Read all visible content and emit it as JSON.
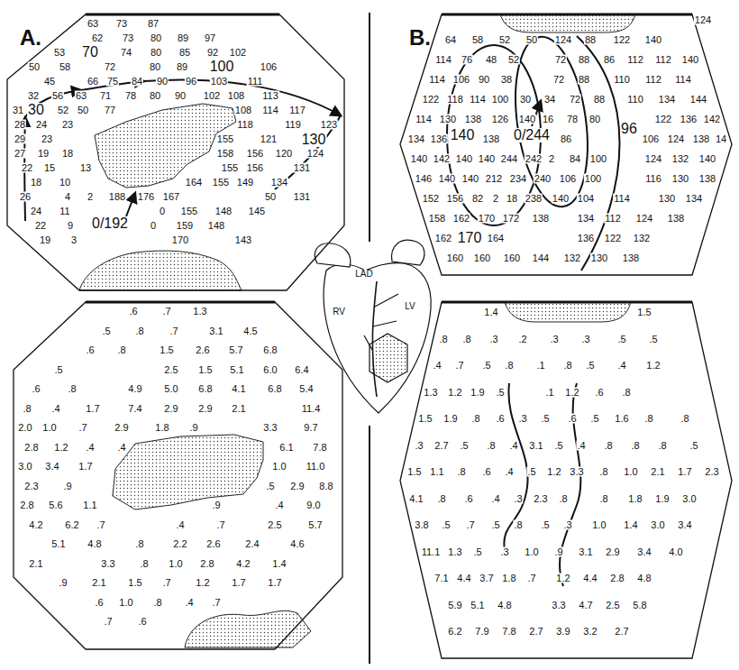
{
  "diagram": {
    "nodes": [
      {
        "text": [
          "63",
          "73",
          "87",
          "62",
          "73",
          "80",
          "89",
          "97",
          "53",
          "74",
          "80",
          "85",
          "92",
          "102",
          "50",
          "58",
          "72",
          "80",
          "89",
          "106",
          "45",
          "66",
          "75",
          "84",
          "90",
          "96",
          "103",
          "111",
          "32",
          "56",
          "63",
          "71",
          "78",
          "80",
          "90",
          "102",
          "108",
          "113",
          "31",
          "52",
          "50",
          "77",
          "108",
          "114",
          "117",
          "28",
          "24",
          "23",
          "118",
          "119",
          "123",
          "29",
          "23",
          "155",
          "121",
          "27",
          "19",
          "18",
          "158",
          "156",
          "120",
          "124",
          "22",
          "15",
          "13",
          "155",
          "156",
          "131",
          "18",
          "10",
          "164",
          "155",
          "149",
          "134",
          "26",
          "4",
          "2",
          "188",
          "176",
          "167",
          "50",
          "131",
          "24",
          "11",
          "0",
          "155",
          "148",
          "145",
          "22",
          "9",
          "0",
          "159",
          "148",
          "19",
          "3",
          "170",
          "143",
          "70",
          "100",
          "30",
          "130",
          "0/192"
        ]
      },
      {
        "text": [
          ".6",
          ".7",
          "1.3",
          ".5",
          ".8",
          ".7",
          "3.1",
          "4.5",
          ".6",
          ".8",
          "1.5",
          "2.6",
          "5.7",
          "6.8",
          ".5",
          "2.5",
          "1.5",
          "5.1",
          "6.0",
          "6.4",
          ".6",
          ".8",
          "4.9",
          "5.0",
          "6.8",
          "4.1",
          "6.8",
          "5.4",
          ".8",
          ".4",
          "1.7",
          "7.4",
          "2.9",
          "2.9",
          "2.1",
          "11.4",
          "2.0",
          "1.0",
          ".7",
          "2.9",
          "1.8",
          ".9",
          "3.3",
          "9.7",
          "2.8",
          "1.2",
          ".4",
          ".4",
          "6.1",
          "7.8",
          "3.0",
          "3.4",
          "1.7",
          "1.0",
          "11.0",
          "2.3",
          ".9",
          ".5",
          "2.9",
          "8.8",
          "2.8",
          "5.6",
          "1.1",
          ".9",
          ".4",
          "9.0",
          "4.2",
          "6.2",
          ".7",
          ".4",
          ".7",
          "2.5",
          "5.7",
          "5.1",
          "4.8",
          ".8",
          "2.2",
          "2.6",
          "2.4",
          "4.6",
          "2.1",
          "3.3",
          ".8",
          "1.0",
          "2.8",
          "4.2",
          "1.4",
          ".9",
          "2.1",
          "1.5",
          ".7",
          "1.2",
          "1.7",
          "1.7",
          ".6",
          "1.0",
          ".8",
          ".4",
          ".7",
          ".7",
          ".6"
        ]
      },
      {
        "text": [
          "124",
          "64",
          "58",
          "52",
          "50",
          "124",
          "88",
          "122",
          "140",
          "114",
          "76",
          "48",
          "52",
          "72",
          "88",
          "86",
          "112",
          "112",
          "140",
          "114",
          "106",
          "90",
          "38",
          "72",
          "88",
          "110",
          "112",
          "114",
          "122",
          "118",
          "114",
          "100",
          "30",
          "34",
          "72",
          "88",
          "110",
          "134",
          "144",
          "114",
          "130",
          "138",
          "126",
          "140",
          "16",
          "78",
          "80",
          "122",
          "136",
          "142",
          "134",
          "136",
          "138",
          "86",
          "106",
          "124",
          "138",
          "14",
          "140",
          "142",
          "140",
          "140",
          "244",
          "242",
          "2",
          "84",
          "100",
          "124",
          "132",
          "140",
          "146",
          "140",
          "140",
          "212",
          "234",
          "240",
          "106",
          "100",
          "116",
          "130",
          "138",
          "152",
          "156",
          "82",
          "2",
          "18",
          "238",
          "140",
          "104",
          "114",
          "130",
          "134",
          "158",
          "162",
          "170",
          "172",
          "138",
          "134",
          "112",
          "124",
          "138",
          "162",
          "164",
          "136",
          "122",
          "132",
          "160",
          "160",
          "160",
          "144",
          "132",
          "130",
          "138",
          "140",
          "0/244",
          "96",
          "170"
        ]
      },
      {
        "text": [
          "1.4",
          "1.5",
          ".8",
          ".8",
          ".3",
          ".2",
          ".3",
          ".3",
          ".5",
          ".5",
          ".4",
          ".7",
          ".5",
          ".8",
          ".1",
          ".8",
          ".5",
          ".4",
          "1.2",
          "1.3",
          "1.2",
          "1.9",
          ".5",
          ".1",
          "1.2",
          ".6",
          ".8",
          "1.5",
          "1.9",
          ".8",
          ".6",
          ".3",
          ".5",
          ".6",
          ".5",
          "1.6",
          ".8",
          ".8",
          ".3",
          "2.7",
          ".5",
          ".8",
          ".4",
          "3.1",
          ".5",
          ".4",
          ".8",
          ".8",
          ".8",
          ".5",
          "1.5",
          "1.1",
          ".8",
          ".6",
          ".4",
          ".5",
          "1.2",
          "3.3",
          ".8",
          "1.0",
          "2.1",
          "1.7",
          "2.3",
          "4.1",
          ".8",
          ".6",
          ".4",
          ".3",
          "2.3",
          ".8",
          ".8",
          "1.8",
          "1.9",
          "3.0",
          "3.8",
          ".5",
          ".7",
          ".5",
          ".8",
          ".5",
          ".3",
          "1.0",
          "1.4",
          "3.0",
          "3.4",
          "11.1",
          "1.3",
          ".5",
          ".3",
          "1.0",
          ".9",
          "3.1",
          "2.9",
          "3.4",
          "4.0",
          "7.1",
          "4.4",
          "3.7",
          "1.8",
          ".7",
          "1.2",
          "4.4",
          "2.8",
          "4.8",
          "5.9",
          "5.1",
          "4.8",
          "3.3",
          "4.7",
          "2.5",
          "5.8",
          "6.2",
          "7.9",
          "7.8",
          "2.7",
          "3.9",
          "3.2",
          "2.7"
        ]
      }
    ],
    "labels": [
      "A.",
      "B.",
      "RV",
      "LAD",
      "LV"
    ]
  }
}
